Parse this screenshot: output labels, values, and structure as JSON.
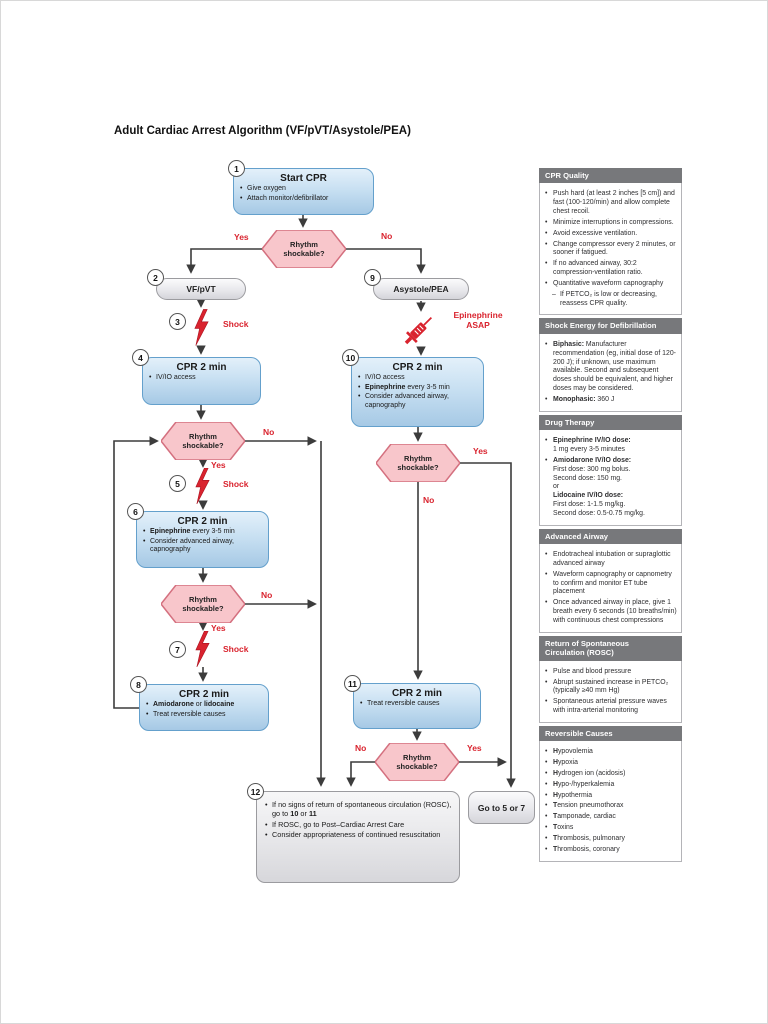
{
  "title": "Adult Cardiac Arrest Algorithm (VF/pVT/Asystole/PEA)",
  "labels": {
    "yes": "Yes",
    "no": "No",
    "shock": "Shock",
    "epi_asap": "Epinephrine\nASAP"
  },
  "flow": {
    "rhythm": {
      "line1": "Rhythm",
      "line2": "shockable?"
    },
    "n1": {
      "num": "1",
      "title": "Start CPR",
      "bullets": [
        {
          "seg": [
            {
              "t": "Give oxygen"
            }
          ]
        },
        {
          "seg": [
            {
              "t": "Attach monitor/defibrillator"
            }
          ]
        }
      ]
    },
    "n2": {
      "num": "2",
      "label": "VF/pVT"
    },
    "n9": {
      "num": "9",
      "label": "Asystole/PEA"
    },
    "n3": {
      "num": "3"
    },
    "n4": {
      "num": "4",
      "title": "CPR 2 min",
      "bullets": [
        {
          "seg": [
            {
              "t": "IV/IO access"
            }
          ]
        }
      ]
    },
    "n5": {
      "num": "5"
    },
    "n6": {
      "num": "6",
      "title": "CPR 2 min",
      "bullets": [
        {
          "seg": [
            {
              "t": "Epinephrine",
              "b": true
            },
            {
              "t": " every 3-5 min"
            }
          ]
        },
        {
          "seg": [
            {
              "t": "Consider advanced airway, capnography"
            }
          ]
        }
      ]
    },
    "n7": {
      "num": "7"
    },
    "n8": {
      "num": "8",
      "title": "CPR 2 min",
      "bullets": [
        {
          "seg": [
            {
              "t": "Amiodarone",
              "b": true
            },
            {
              "t": " or "
            },
            {
              "t": "lidocaine",
              "b": true
            }
          ]
        },
        {
          "seg": [
            {
              "t": "Treat reversible causes"
            }
          ]
        }
      ]
    },
    "n10": {
      "num": "10",
      "title": "CPR 2 min",
      "bullets": [
        {
          "seg": [
            {
              "t": "IV/IO access"
            }
          ]
        },
        {
          "seg": [
            {
              "t": "Epinephrine",
              "b": true
            },
            {
              "t": " every 3-5 min"
            }
          ]
        },
        {
          "seg": [
            {
              "t": "Consider advanced airway, capnography"
            }
          ]
        }
      ]
    },
    "n11": {
      "num": "11",
      "title": "CPR 2 min",
      "bullets": [
        {
          "seg": [
            {
              "t": "Treat reversible causes"
            }
          ]
        }
      ]
    },
    "n12": {
      "num": "12",
      "bullets": [
        {
          "seg": [
            {
              "t": "If no signs of return of spontaneous circulation (ROSC), go to "
            },
            {
              "t": "10",
              "b": true
            },
            {
              "t": " or "
            },
            {
              "t": "11",
              "b": true
            }
          ]
        },
        {
          "seg": [
            {
              "t": "If ROSC, go to Post–Cardiac Arrest Care"
            }
          ]
        },
        {
          "seg": [
            {
              "t": "Consider appropriateness of continued resuscitation"
            }
          ]
        }
      ]
    },
    "goto": {
      "label": "Go to 5 or 7"
    }
  },
  "sidebar": {
    "sections": [
      {
        "title": "CPR Quality",
        "items": [
          {
            "seg": [
              {
                "t": "Push hard (at least 2 inches [5 cm]) and fast (100-120/min) and allow complete chest recoil."
              }
            ]
          },
          {
            "seg": [
              {
                "t": "Minimize interruptions in compressions."
              }
            ]
          },
          {
            "seg": [
              {
                "t": "Avoid excessive ventilation."
              }
            ]
          },
          {
            "seg": [
              {
                "t": "Change compressor every 2 minutes, or sooner if fatigued."
              }
            ]
          },
          {
            "seg": [
              {
                "t": "If no advanced airway, 30:2 compression-ventilation ratio."
              }
            ]
          },
          {
            "seg": [
              {
                "t": "Quantitative waveform capnography"
              }
            ]
          },
          {
            "dash": true,
            "seg": [
              {
                "t": "If PETCO₂ is low or decreasing, reassess CPR quality."
              }
            ]
          }
        ]
      },
      {
        "title": "Shock Energy for Defibrillation",
        "items": [
          {
            "seg": [
              {
                "t": "Biphasic:",
                "b": true
              },
              {
                "t": " Manufacturer recommendation (eg, initial dose of 120-200 J); if unknown, use maximum available. Second and subsequent doses should be equivalent, and higher doses may be considered."
              }
            ]
          },
          {
            "seg": [
              {
                "t": "Monophasic:",
                "b": true
              },
              {
                "t": " 360 J"
              }
            ]
          }
        ]
      },
      {
        "title": "Drug Therapy",
        "items": [
          {
            "seg": [
              {
                "t": "Epinephrine IV/IO dose:",
                "b": true
              },
              {
                "t": "\n1 mg every 3-5 minutes"
              }
            ]
          },
          {
            "seg": [
              {
                "t": "Amiodarone IV/IO dose:",
                "b": true
              },
              {
                "t": "\nFirst dose: 300 mg bolus.\nSecond dose: 150 mg.\nor\n"
              },
              {
                "t": "Lidocaine IV/IO dose:",
                "b": true
              },
              {
                "t": "\nFirst dose: 1-1.5 mg/kg.\nSecond dose: 0.5-0.75 mg/kg."
              }
            ]
          }
        ]
      },
      {
        "title": "Advanced Airway",
        "items": [
          {
            "seg": [
              {
                "t": "Endotracheal intubation or supraglottic advanced airway"
              }
            ]
          },
          {
            "seg": [
              {
                "t": "Waveform capnography or capnometry to confirm and monitor ET tube placement"
              }
            ]
          },
          {
            "seg": [
              {
                "t": "Once advanced airway in place, give 1 breath every 6 seconds (10 breaths/min) with continuous chest compressions"
              }
            ]
          }
        ]
      },
      {
        "title": "Return of Spontaneous\nCirculation (ROSC)",
        "items": [
          {
            "seg": [
              {
                "t": "Pulse and blood pressure"
              }
            ]
          },
          {
            "seg": [
              {
                "t": "Abrupt sustained increase in PETCO₂ (typically ≥40 mm Hg)"
              }
            ]
          },
          {
            "seg": [
              {
                "t": "Spontaneous arterial pressure waves with intra-arterial monitoring"
              }
            ]
          }
        ]
      },
      {
        "title": "Reversible Causes",
        "items": [
          {
            "seg": [
              {
                "t": "H",
                "b": true
              },
              {
                "t": "ypovolemia"
              }
            ]
          },
          {
            "seg": [
              {
                "t": "H",
                "b": true
              },
              {
                "t": "ypoxia"
              }
            ]
          },
          {
            "seg": [
              {
                "t": "H",
                "b": true
              },
              {
                "t": "ydrogen ion (acidosis)"
              }
            ]
          },
          {
            "seg": [
              {
                "t": "H",
                "b": true
              },
              {
                "t": "ypo-/hyperkalemia"
              }
            ]
          },
          {
            "seg": [
              {
                "t": "H",
                "b": true
              },
              {
                "t": "ypothermia"
              }
            ]
          },
          {
            "seg": [
              {
                "t": "T",
                "b": true
              },
              {
                "t": "ension pneumothorax"
              }
            ]
          },
          {
            "seg": [
              {
                "t": "T",
                "b": true
              },
              {
                "t": "amponade, cardiac"
              }
            ]
          },
          {
            "seg": [
              {
                "t": "T",
                "b": true
              },
              {
                "t": "oxins"
              }
            ]
          },
          {
            "seg": [
              {
                "t": "T",
                "b": true
              },
              {
                "t": "hrombosis, pulmonary"
              }
            ]
          },
          {
            "seg": [
              {
                "t": "T",
                "b": true
              },
              {
                "t": "hrombosis, coronary"
              }
            ]
          }
        ]
      }
    ]
  },
  "colors": {
    "accent_red": "#d9232e",
    "blue_box_border": "#64a0cc",
    "blue_box_fill": "#c8e0f2",
    "pink_diamond_fill": "#f8c6cb",
    "pink_diamond_border": "#d4707f",
    "gray_header": "#77787b",
    "arrow": "#3c3c3c"
  }
}
